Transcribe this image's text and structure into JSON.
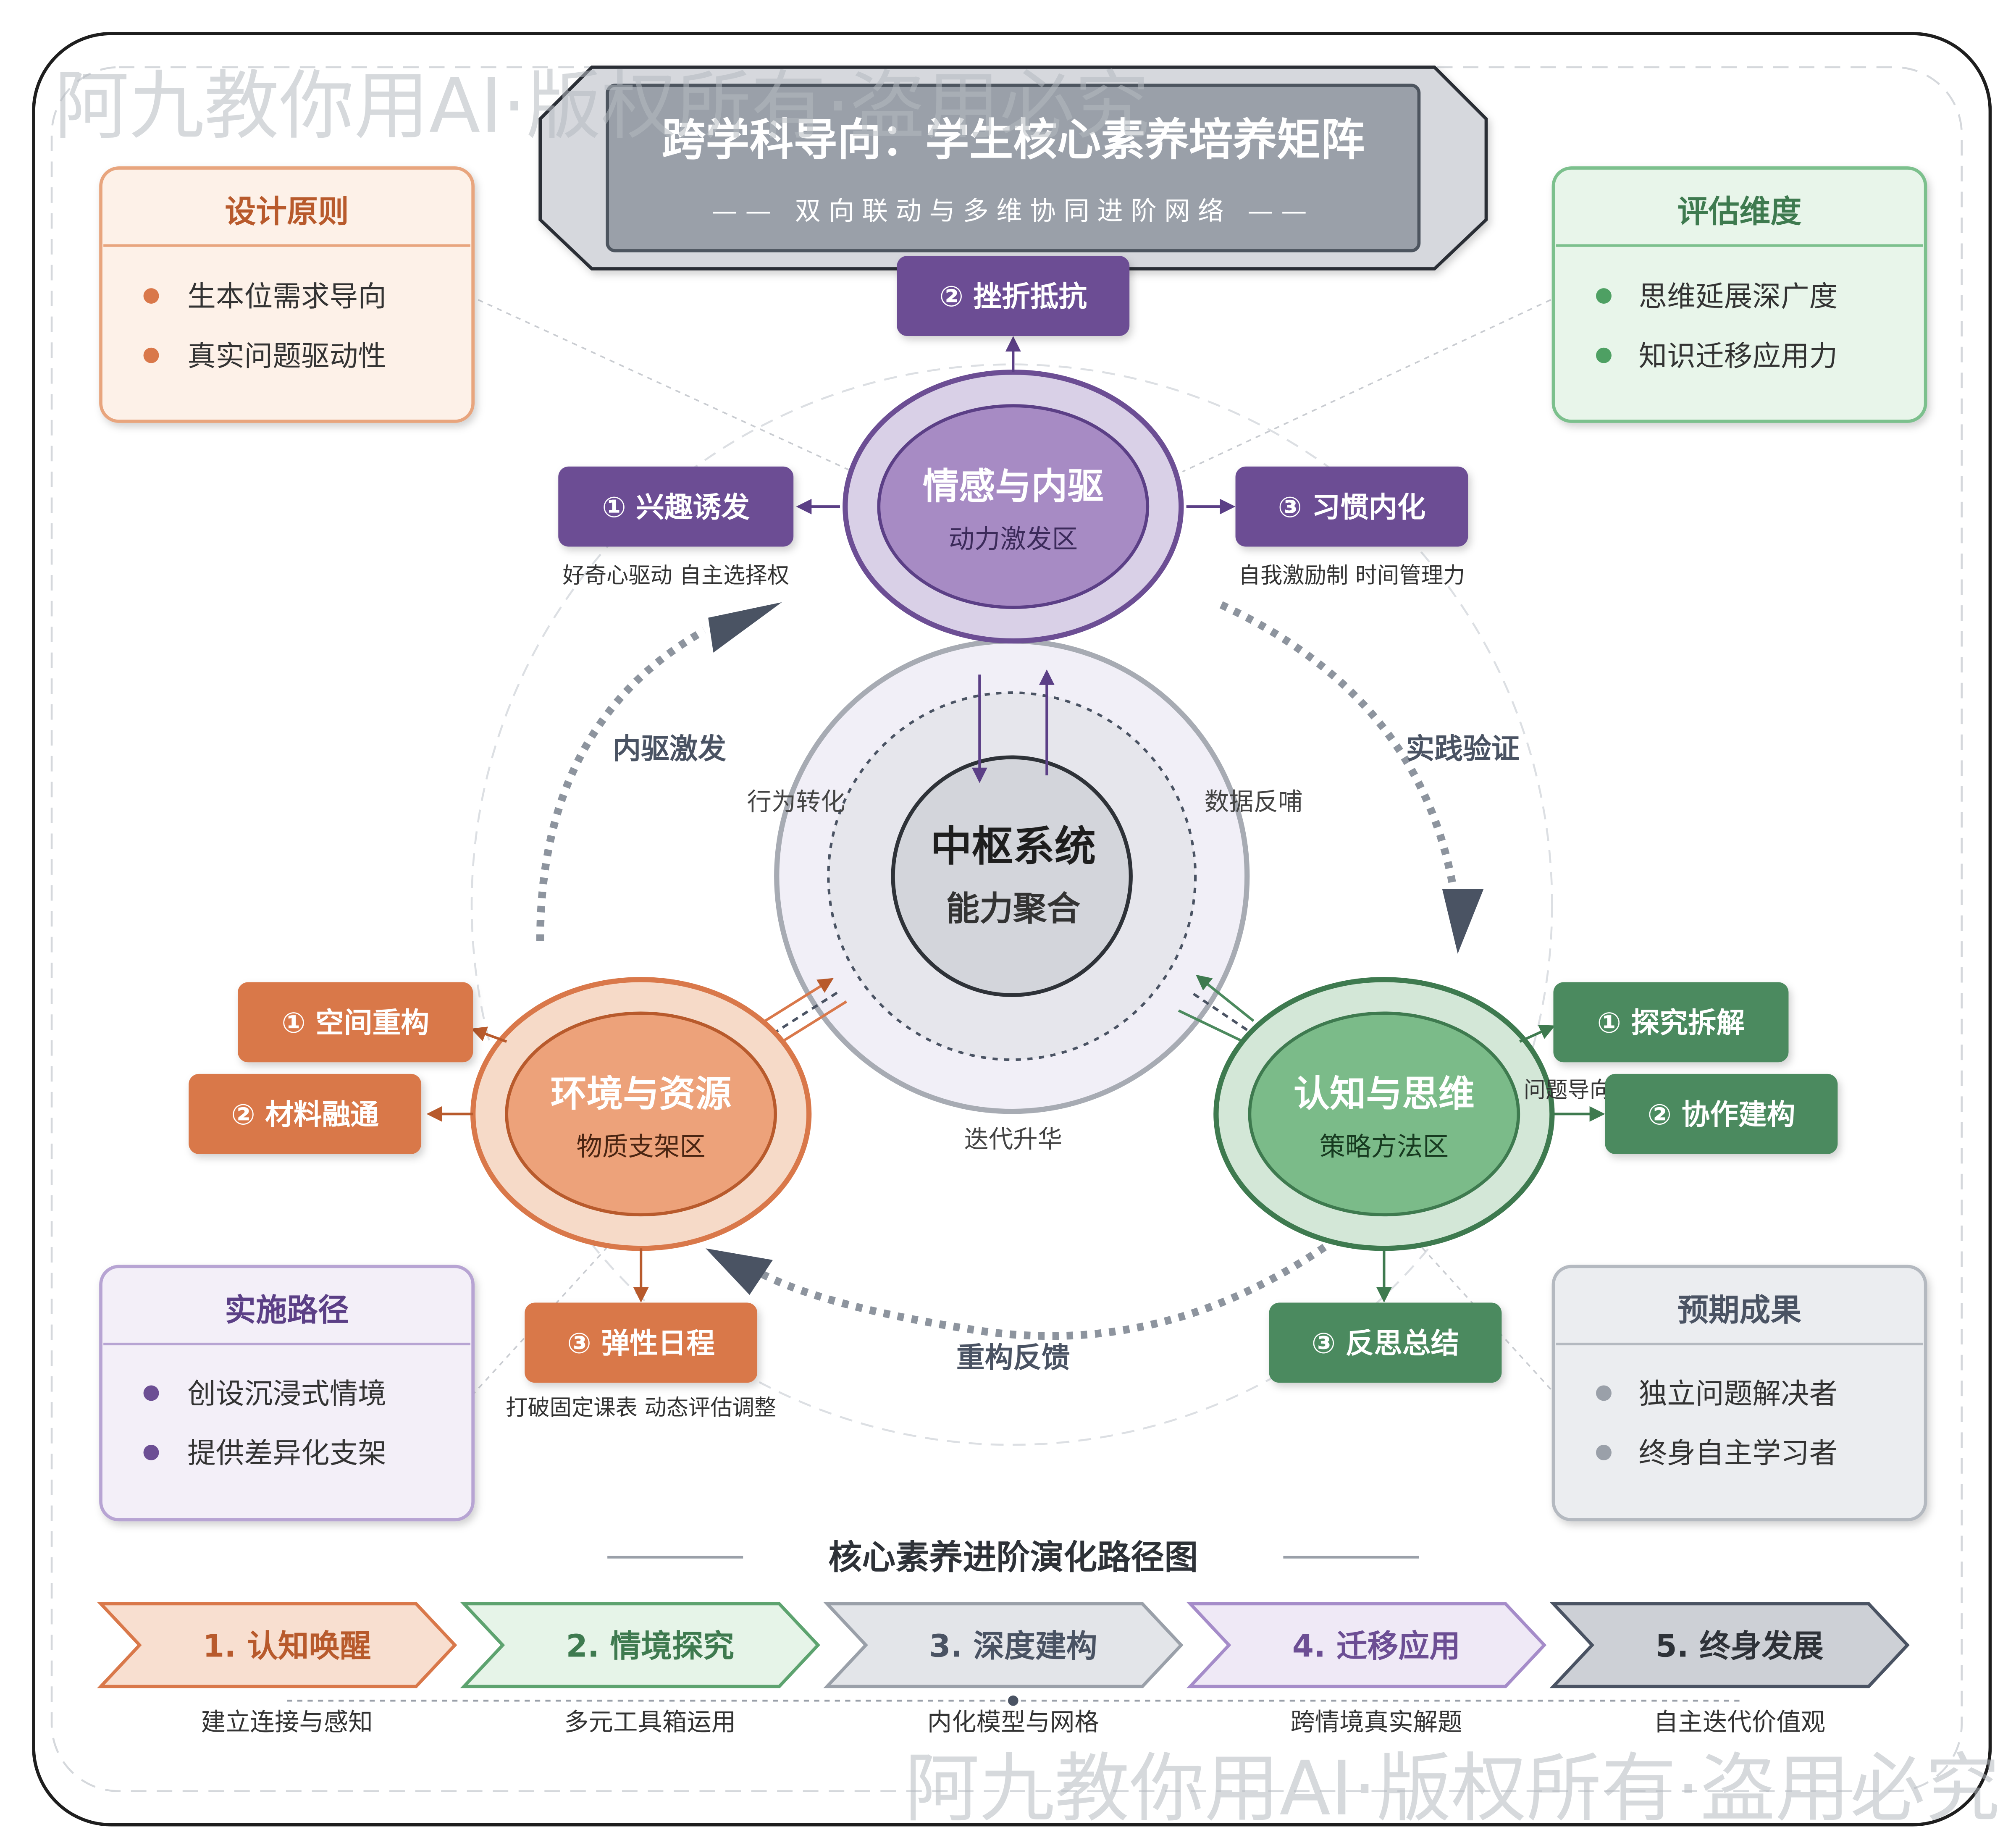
{
  "watermark": "阿九教你用AI·版权所有·盗用必究",
  "header": {
    "title": "跨学科导向：学生核心素养培养矩阵",
    "subtitle": "—— 双向联动与多维协同进阶网络 ——"
  },
  "panels": {
    "design": {
      "title": "设计原则",
      "items": [
        "生本位需求导向",
        "真实问题驱动性"
      ]
    },
    "evaluation": {
      "title": "评估维度",
      "items": [
        "思维延展深广度",
        "知识迁移应用力"
      ]
    },
    "implementation": {
      "title": "实施路径",
      "items": [
        "创设沉浸式情境",
        "提供差异化支架"
      ]
    },
    "outcomes": {
      "title": "预期成果",
      "items": [
        "独立问题解决者",
        "终身自主学习者"
      ]
    }
  },
  "center": {
    "title": "中枢系统",
    "subtitle": "能力聚合",
    "labels": {
      "left": "行为转化",
      "right": "数据反哺",
      "bottom": "迭代升华"
    }
  },
  "nodes": {
    "emotion": {
      "title": "情感与内驱",
      "subtitle": "动力激发区",
      "tags": [
        "① 兴趣诱发",
        "② 挫折抵抗",
        "③ 习惯内化"
      ],
      "notes": [
        "好奇心驱动 自主选择权",
        "自我激励制 时间管理力"
      ]
    },
    "environment": {
      "title": "环境与资源",
      "subtitle": "物质支架区",
      "tags": [
        "① 空间重构",
        "② 材料融通",
        "③ 弹性日程"
      ],
      "notes": [
        "打破固定课表 动态评估调整"
      ]
    },
    "cognition": {
      "title": "认知与思维",
      "subtitle": "策略方法区",
      "tags": [
        "① 探究拆解",
        "② 协作建构",
        "③ 反思总结"
      ],
      "notes": [
        "问题导向"
      ]
    }
  },
  "cycle_labels": {
    "left": "内驱激发",
    "right": "实践验证",
    "bottom": "重构反馈"
  },
  "roadmap": {
    "title": "核心素养进阶演化路径图",
    "stages": [
      {
        "label": "1. 认知唤醒",
        "caption": "建立连接与感知"
      },
      {
        "label": "2. 情境探究",
        "caption": "多元工具箱运用"
      },
      {
        "label": "3. 深度建构",
        "caption": "内化模型与网格"
      },
      {
        "label": "4. 迁移应用",
        "caption": "跨情境真实解题"
      },
      {
        "label": "5. 终身发展",
        "caption": "自主迭代价值观"
      }
    ]
  },
  "colors": {
    "orange": "#d9784a",
    "orange_light": "#fdf1e8",
    "green": "#4c8a5e",
    "green_light": "#e8f5ea",
    "purple": "#6c4e94",
    "purple_light": "#f1ecf6",
    "gray": "#8d949e",
    "gray_light": "#e6e8ec",
    "slate": "#4a5363"
  }
}
